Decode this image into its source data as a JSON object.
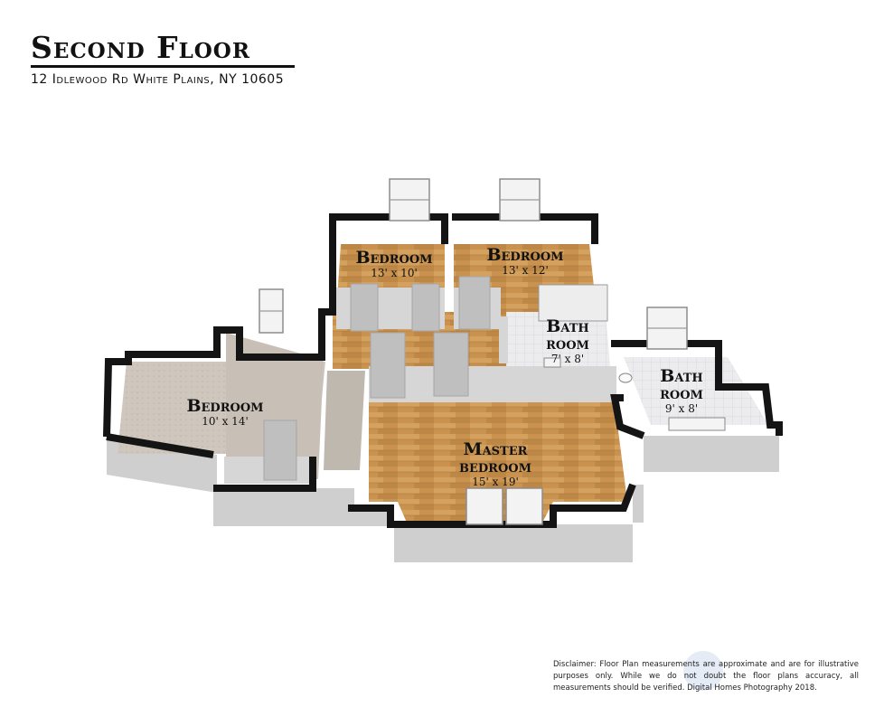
{
  "header": {
    "title": "Second Floor",
    "address": "12 Idlewood Rd White Plains, NY 10605"
  },
  "rooms": [
    {
      "id": "bedroom-1",
      "name": "Bedroom",
      "dims": "13' x 10'",
      "floor": "wood"
    },
    {
      "id": "bedroom-2",
      "name": "Bedroom",
      "dims": "13' x 12'",
      "floor": "wood"
    },
    {
      "id": "bath-1",
      "name_line1": "Bath",
      "name_line2": "room",
      "dims": "7' x 8'",
      "floor": "tile"
    },
    {
      "id": "bath-2",
      "name_line1": "Bath",
      "name_line2": "room",
      "dims": "9' x 8'",
      "floor": "tile"
    },
    {
      "id": "bedroom-3",
      "name": "Bedroom",
      "dims": "10' x 14'",
      "floor": "carpet"
    },
    {
      "id": "master",
      "name_line1": "Master",
      "name_line2": "bedroom",
      "dims": "15' x 19'",
      "floor": "wood"
    }
  ],
  "disclaimer": "Disclaimer: Floor Plan measurements are approximate and are for illustrative purposes only. While we do not doubt the floor plans accuracy, all measurements should be verified. Digital Homes Photography 2018.",
  "colors": {
    "wood": "#c9934f",
    "carpet": "#cfc6bd",
    "tile": "#e8e8ea",
    "wall_top": "#141414",
    "wall_face": "#d2d2d2"
  }
}
